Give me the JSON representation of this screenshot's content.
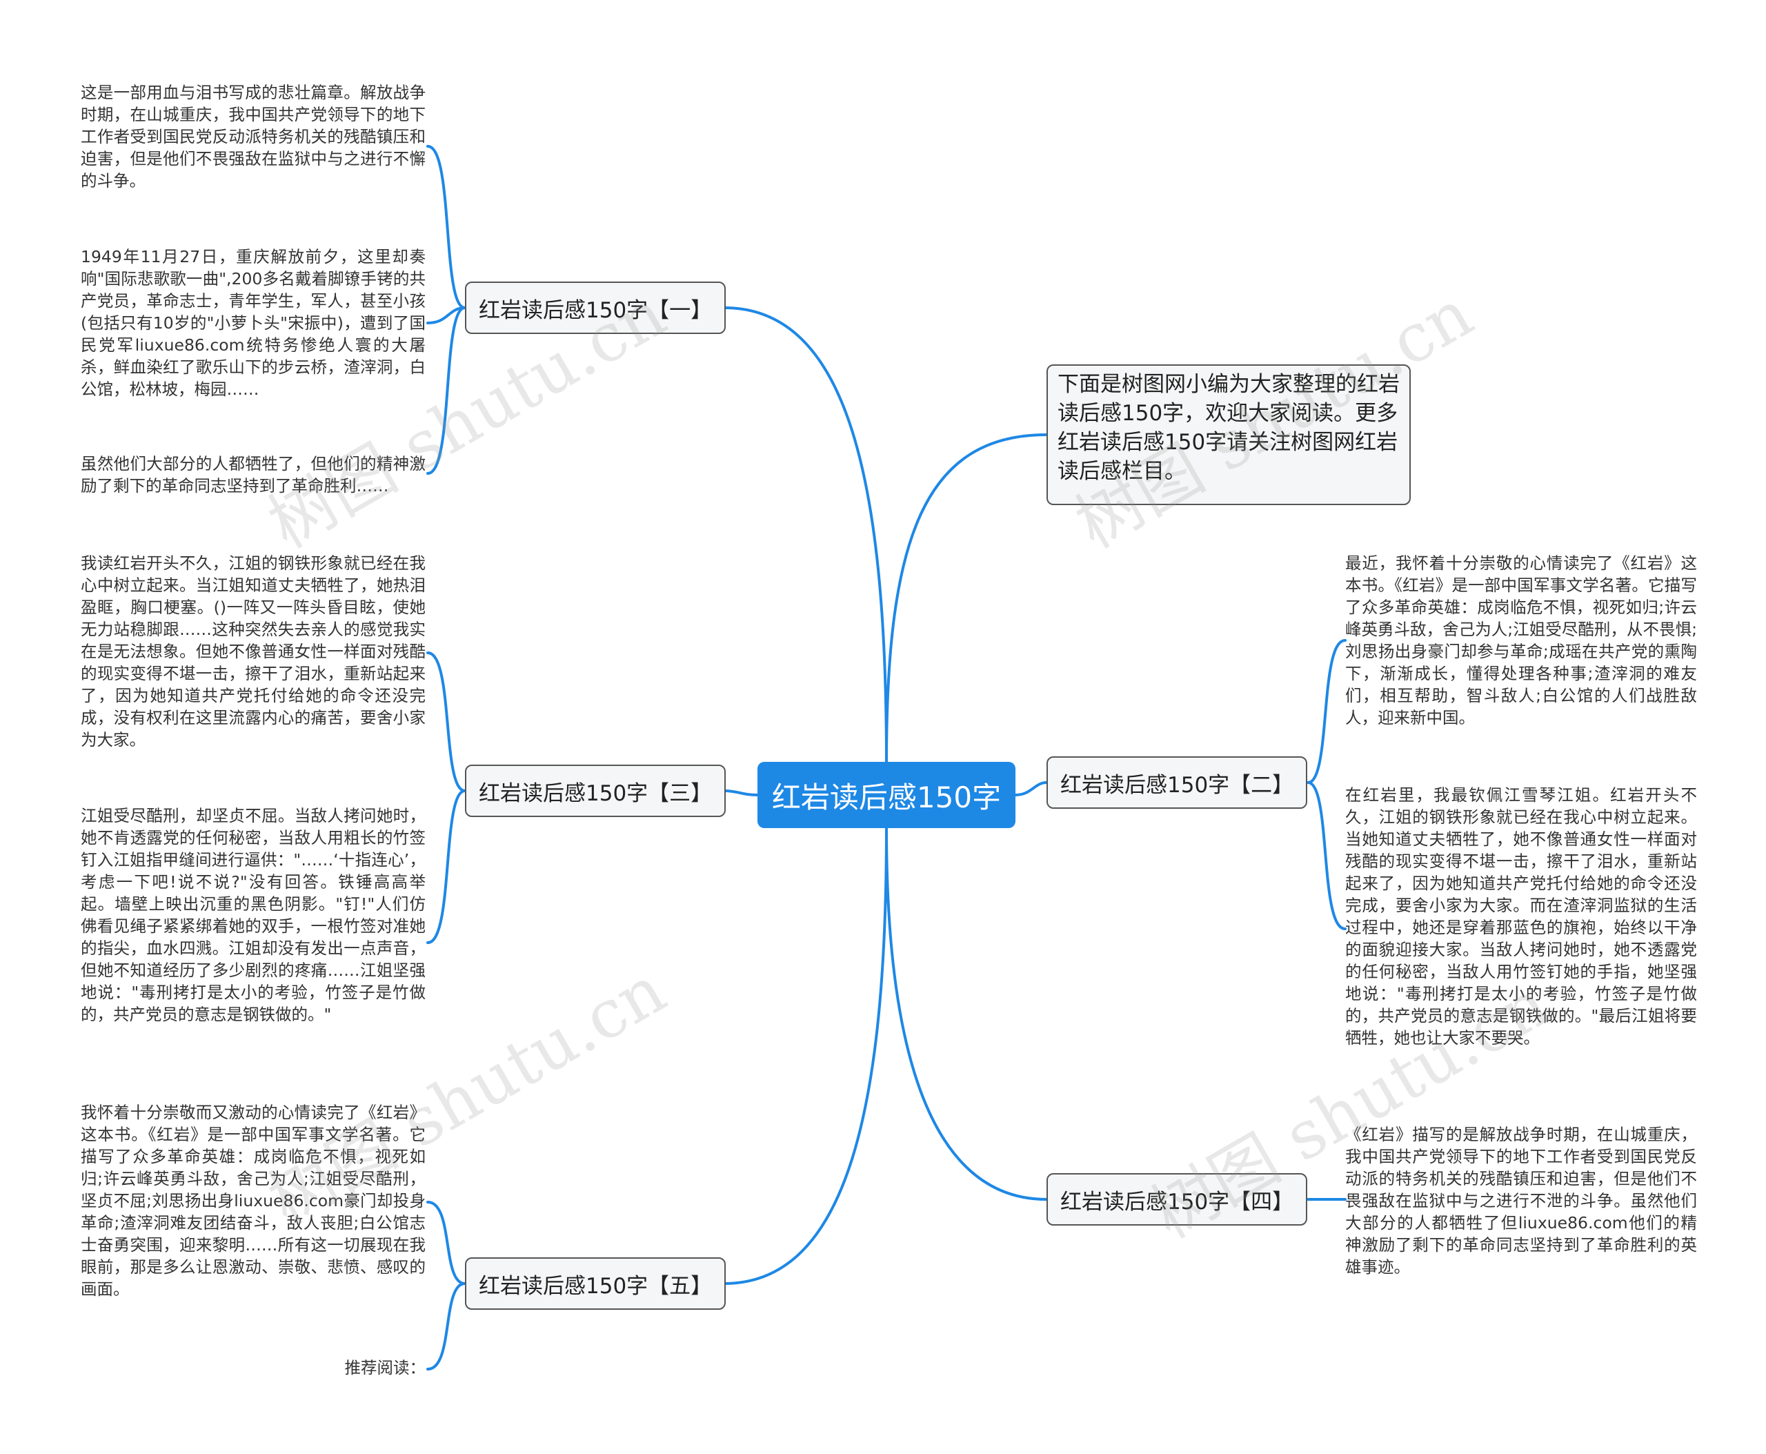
{
  "root": {
    "label": "红岩读后感150字"
  },
  "intro": {
    "text": "下面是树图网小编为大家整理的红岩读后感150字，欢迎大家阅读。更多红岩读后感150字请关注树图网红岩读后感栏目。"
  },
  "branches": [
    {
      "label": "红岩读后感150字【一】",
      "leaves": [
        "这是一部用血与泪书写成的悲壮篇章。解放战争时期，在山城重庆，我中国共产党领导下的地下工作者受到国民党反动派特务机关的残酷镇压和迫害，但是他们不畏强敌在监狱中与之进行不懈的斗争。",
        "1949年11月27日，重庆解放前夕，这里却奏响\"国际悲歌歌一曲\",200多名戴着脚镣手铐的共产党员，革命志士，青年学生，军人，甚至小孩(包括只有10岁的\"小萝卜头\"宋振中)，遭到了国民党军liuxue86.com统特务惨绝人寰的大屠杀，鲜血染红了歌乐山下的步云桥，渣滓洞，白公馆，松林坡，梅园……",
        "虽然他们大部分的人都牺牲了，但他们的精神激励了剩下的革命同志坚持到了革命胜利……"
      ]
    },
    {
      "label": "红岩读后感150字【二】",
      "leaves": [
        "最近，我怀着十分崇敬的心情读完了《红岩》这本书。《红岩》是一部中国军事文学名著。它描写了众多革命英雄：成岗临危不惧，视死如归;许云峰英勇斗敌，舍己为人;江姐受尽酷刑，从不畏惧;刘思扬出身豪门却参与革命;成瑶在共产党的熏陶下，渐渐成长，懂得处理各种事;渣滓洞的难友们，相互帮助，智斗敌人;白公馆的人们战胜敌人，迎来新中国。",
        "在红岩里，我最钦佩江雪琴江姐。红岩开头不久，江姐的钢铁形象就已经在我心中树立起来。当她知道丈夫牺牲了，她不像普通女性一样面对残酷的现实变得不堪一击，擦干了泪水，重新站起来了，因为她知道共产党托付给她的命令还没完成，要舍小家为大家。而在渣滓洞监狱的生活过程中，她还是穿着那蓝色的旗袍，始终以干净的面貌迎接大家。当敌人拷问她时，她不透露党的任何秘密，当敌人用竹签钉她的手指，她坚强地说：\"毒刑拷打是太小的考验，竹签子是竹做的，共产党员的意志是钢铁做的。\"最后江姐将要牺牲，她也让大家不要哭。"
      ]
    },
    {
      "label": "红岩读后感150字【三】",
      "leaves": [
        "我读红岩开头不久，江姐的钢铁形象就已经在我心中树立起来。当江姐知道丈夫牺牲了，她热泪盈眶，胸口梗塞。()一阵又一阵头昏目眩，使她无力站稳脚跟……这种突然失去亲人的感觉我实在是无法想象。但她不像普通女性一样面对残酷的现实变得不堪一击，擦干了泪水，重新站起来了，因为她知道共产党托付给她的命令还没完成，没有权利在这里流露内心的痛苦，要舍小家为大家。",
        "江姐受尽酷刑，却坚贞不屈。当敌人拷问她时，她不肯透露党的任何秘密，当敌人用粗长的竹签钉入江姐指甲缝间进行逼供：\"……‘十指连心’，考虑一下吧!说不说?\"没有回答。铁锤高高举起。墙壁上映出沉重的黑色阴影。\"钉!\"人们仿佛看见绳子紧紧绑着她的双手，一根竹签对准她的指尖，血水四溅。江姐却没有发出一点声音，但她不知道经历了多少剧烈的疼痛……江姐坚强地说：\"毒刑拷打是太小的考验，竹签子是竹做的，共产党员的意志是钢铁做的。\""
      ]
    },
    {
      "label": "红岩读后感150字【四】",
      "leaves": [
        "《红岩》描写的是解放战争时期，在山城重庆，我中国共产党领导下的地下工作者受到国民党反动派的特务机关的残酷镇压和迫害，但是他们不畏强敌在监狱中与之进行不泄的斗争。虽然他们大部分的人都牺牲了但liuxue86.com他们的精神激励了剩下的革命同志坚持到了革命胜利的英雄事迹。"
      ]
    },
    {
      "label": "红岩读后感150字【五】",
      "leaves": [
        "我怀着十分崇敬而又激动的心情读完了《红岩》这本书。《红岩》是一部中国军事文学名著。它描写了众多革命英雄：成岗临危不惧，视死如归;许云峰英勇斗敌，舍己为人;江姐受尽酷刑，坚贞不屈;刘思扬出身liuxue86.com豪门却投身革命;渣滓洞难友团结奋斗，敌人丧胆;白公馆志士奋勇突围，迎来黎明……所有这一切展现在我眼前，那是多么让恩激动、崇敬、悲愤、感叹的画面。",
        "推荐阅读："
      ]
    }
  ],
  "watermark": "树图 shutu.cn",
  "colors": {
    "root_fill": "#1e88e5",
    "connector": "#1e88e5",
    "node_fill": "#f5f6f7",
    "node_border": "#555555"
  }
}
